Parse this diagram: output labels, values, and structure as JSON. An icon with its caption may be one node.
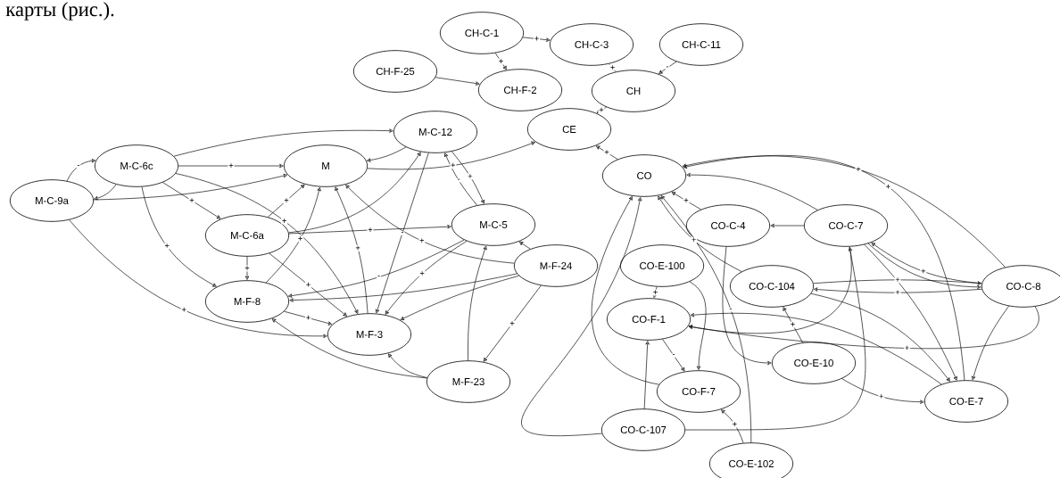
{
  "diagram": {
    "nodes": [
      {
        "text": [
          "CH-C-1"
        ]
      },
      {
        "text": [
          "CH-C-3"
        ]
      },
      {
        "text": [
          "CH-C-11"
        ]
      },
      {
        "text": [
          "CH-F-25"
        ]
      },
      {
        "text": [
          "CH-F-2"
        ]
      },
      {
        "text": [
          "CH"
        ]
      },
      {
        "text": [
          "CE"
        ]
      },
      {
        "text": [
          "M-C-12"
        ]
      },
      {
        "text": [
          "M-C-6c"
        ]
      },
      {
        "text": [
          "M"
        ]
      },
      {
        "text": [
          "M-C-9a"
        ]
      },
      {
        "text": [
          "M-C-6a"
        ]
      },
      {
        "text": [
          "M-C-5"
        ]
      },
      {
        "text": [
          "M-F-24"
        ]
      },
      {
        "text": [
          "M-F-8"
        ]
      },
      {
        "text": [
          "M-F-3"
        ]
      },
      {
        "text": [
          "M-F-23"
        ]
      },
      {
        "text": [
          "CO"
        ]
      },
      {
        "text": [
          "CO-C-4"
        ]
      },
      {
        "text": [
          "CO-C-7"
        ]
      },
      {
        "text": [
          "CO-E-100"
        ]
      },
      {
        "text": [
          "CO-C-104"
        ]
      },
      {
        "text": [
          "CO-C-8"
        ]
      },
      {
        "text": [
          "CO-F-1"
        ]
      },
      {
        "text": [
          "CO-E-10"
        ]
      },
      {
        "text": [
          "CO-F-7"
        ]
      },
      {
        "text": [
          "CO-E-7"
        ]
      },
      {
        "text": [
          "CO-C-107"
        ]
      },
      {
        "text": [
          "CO-E-102"
        ]
      }
    ],
    "edges": [
      {
        "from": 0,
        "to": 1,
        "arrow": "to",
        "label": "+"
      },
      {
        "from": 0,
        "to": 4,
        "arrow": "to",
        "label": "+"
      },
      {
        "from": 3,
        "to": 4,
        "arrow": "to"
      },
      {
        "from": 1,
        "to": 5,
        "arrow": "to",
        "label": "+"
      },
      {
        "from": 2,
        "to": 5,
        "arrow": "to",
        "label": "-"
      },
      {
        "from": 5,
        "to": 6,
        "arrow": "to",
        "label": "+"
      },
      {
        "from": 9,
        "to": 6,
        "arrow": "to",
        "label": "+"
      },
      {
        "from": 17,
        "to": 6,
        "arrow": "to",
        "label": "+"
      },
      {
        "from": 8,
        "to": 7,
        "arrow": "to"
      },
      {
        "from": 11,
        "to": 7,
        "arrow": "to"
      },
      {
        "from": 7,
        "to": 9,
        "arrow": "to"
      },
      {
        "from": 7,
        "to": 12,
        "arrow": "to",
        "label": "+"
      },
      {
        "from": 12,
        "to": 7,
        "arrow": "to",
        "label": "-"
      },
      {
        "from": 8,
        "to": 10,
        "arrow": "to"
      },
      {
        "from": 8,
        "to": 9,
        "arrow": "to",
        "label": "+"
      },
      {
        "from": 10,
        "to": 9,
        "arrow": "to"
      },
      {
        "from": 10,
        "to": 8,
        "arrow": "to",
        "label": "-"
      },
      {
        "from": 11,
        "to": 9,
        "arrow": "to",
        "label": "+"
      },
      {
        "from": 8,
        "to": 11,
        "arrow": "to",
        "label": "+"
      },
      {
        "from": 8,
        "to": 14,
        "arrow": "to",
        "label": "+"
      },
      {
        "from": 8,
        "to": 15,
        "arrow": "to",
        "label": "+"
      },
      {
        "from": 10,
        "to": 15,
        "arrow": "to",
        "label": "+"
      },
      {
        "from": 11,
        "to": 14,
        "arrow": "to",
        "label": "+"
      },
      {
        "from": 11,
        "to": 12,
        "arrow": "to",
        "label": "+"
      },
      {
        "from": 11,
        "to": 15,
        "arrow": "to",
        "label": "+"
      },
      {
        "from": 14,
        "to": 9,
        "arrow": "to",
        "label": "+"
      },
      {
        "from": 13,
        "to": 9,
        "arrow": "to",
        "label": "+"
      },
      {
        "from": 13,
        "to": 12,
        "arrow": "to"
      },
      {
        "from": 13,
        "to": 14,
        "arrow": "to"
      },
      {
        "from": 13,
        "to": 15,
        "arrow": "to"
      },
      {
        "from": 13,
        "to": 16,
        "arrow": "to",
        "label": "+"
      },
      {
        "from": 14,
        "to": 15,
        "arrow": "to",
        "label": "+"
      },
      {
        "from": 7,
        "to": 15,
        "arrow": "to",
        "label": "-"
      },
      {
        "from": 12,
        "to": 15,
        "arrow": "to",
        "label": "+"
      },
      {
        "from": 16,
        "to": 15,
        "arrow": "to"
      },
      {
        "from": 16,
        "to": 14,
        "arrow": "to"
      },
      {
        "from": 16,
        "to": 12,
        "arrow": "to"
      },
      {
        "from": 15,
        "to": 9,
        "arrow": "to",
        "label": "+"
      },
      {
        "from": 12,
        "to": 14,
        "arrow": "to",
        "label": "-"
      },
      {
        "from": 18,
        "to": 17,
        "arrow": "to",
        "label": "+"
      },
      {
        "from": 19,
        "to": 17,
        "arrow": "to"
      },
      {
        "from": 19,
        "to": 18,
        "arrow": "to"
      },
      {
        "from": 19,
        "to": 22,
        "arrow": "to"
      },
      {
        "from": 22,
        "to": 17,
        "arrow": "to",
        "label": "+"
      },
      {
        "from": 21,
        "to": 17,
        "arrow": "to",
        "label": "+"
      },
      {
        "from": 26,
        "to": 17,
        "arrow": "to",
        "label": "+"
      },
      {
        "from": 21,
        "to": 22,
        "arrow": "to",
        "label": "+"
      },
      {
        "from": 22,
        "to": 21,
        "arrow": "to",
        "label": "+"
      },
      {
        "from": 22,
        "to": 26,
        "arrow": "to"
      },
      {
        "from": 22,
        "to": 19,
        "arrow": "to",
        "label": "+"
      },
      {
        "from": 19,
        "to": 23,
        "arrow": "to"
      },
      {
        "from": 19,
        "to": 26,
        "arrow": "to"
      },
      {
        "from": 24,
        "to": 21,
        "arrow": "to",
        "label": "+"
      },
      {
        "from": 24,
        "to": 26,
        "arrow": "to",
        "label": "+"
      },
      {
        "from": 20,
        "to": 23,
        "arrow": "to",
        "label": "+"
      },
      {
        "from": 20,
        "to": 25,
        "arrow": "to"
      },
      {
        "from": 23,
        "to": 25,
        "arrow": "to",
        "label": "-"
      },
      {
        "from": 26,
        "to": 23,
        "arrow": "to"
      },
      {
        "from": 18,
        "to": 24,
        "arrow": "to"
      },
      {
        "from": 27,
        "to": 23,
        "arrow": "to"
      },
      {
        "from": 27,
        "to": 19,
        "arrow": "to"
      },
      {
        "from": 28,
        "to": 25,
        "arrow": "to",
        "label": "+"
      },
      {
        "from": 28,
        "to": 17,
        "arrow": "to",
        "label": "-"
      },
      {
        "from": 27,
        "to": 17,
        "arrow": "to"
      },
      {
        "from": 25,
        "to": 17,
        "arrow": "to"
      },
      {
        "from": 21,
        "to": 26,
        "arrow": "to"
      },
      {
        "from": 22,
        "to": 23,
        "arrow": "to",
        "label": "+"
      }
    ],
    "labels": [
      "карты (рис.)."
    ]
  }
}
